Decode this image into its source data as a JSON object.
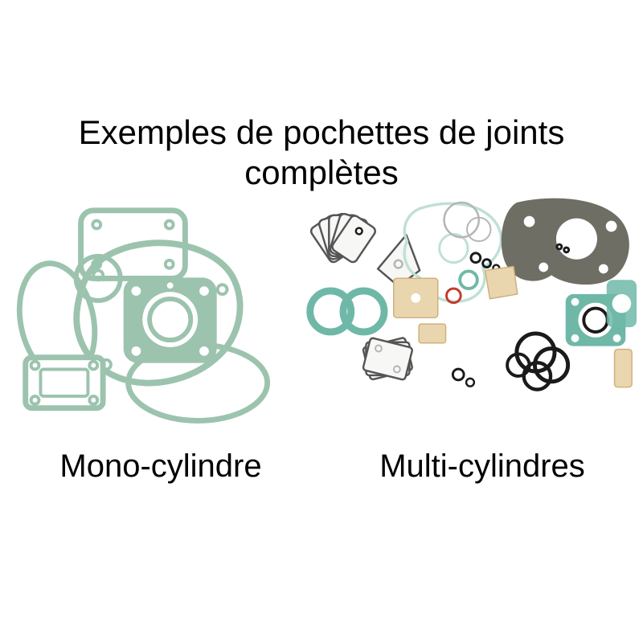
{
  "page": {
    "title_line1": "Exemples de pochettes de joints",
    "title_line2": "complètes",
    "left_label": "Mono-cylindre",
    "right_label": "Multi-cylindres"
  },
  "illustrations": {
    "left": "mono-cylinder-complete-gasket-kit",
    "right": "multi-cylinder-complete-gasket-kit"
  },
  "colors": {
    "background": "#ffffff",
    "title_text": "#000000",
    "gasket_green": "#9cc3ae",
    "gasket_teal": "#6fb8a8",
    "gasket_teal_light": "#bfe0d6",
    "gasket_dark": "#6e6e64",
    "gasket_tan": "#e9d6ae",
    "gasket_grey": "#b5b5b5",
    "o_ring_black": "#1a1a1a",
    "o_ring_red": "#c23a2a"
  }
}
